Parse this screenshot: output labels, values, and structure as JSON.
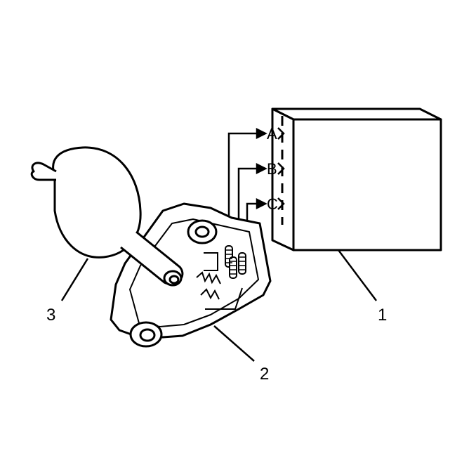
{
  "diagram": {
    "callouts": {
      "one": "1",
      "two": "2",
      "three": "3"
    },
    "connector_pins": [
      "A",
      "B",
      "C"
    ],
    "colors": {
      "line": "#000000",
      "background": "#ffffff"
    }
  }
}
